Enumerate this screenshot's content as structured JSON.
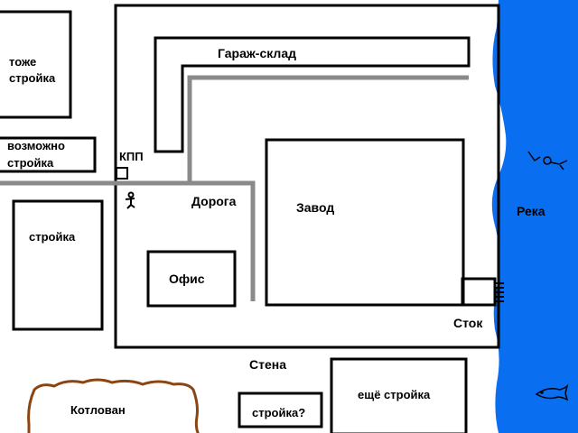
{
  "colors": {
    "river": "#0a6ef0",
    "road": "#8a8a8a",
    "pit_outline": "#8b4513",
    "outline": "#000000",
    "background": "#ffffff"
  },
  "labels": {
    "also_construction": [
      "тоже",
      "стройка"
    ],
    "maybe_construction": [
      "возможно",
      "стройка"
    ],
    "checkpoint": "КПП",
    "garage_warehouse": "Гараж-склад",
    "road": "Дорога",
    "factory": "Завод",
    "construction": "стройка",
    "office": "Офис",
    "river": "Река",
    "drain": "Сток",
    "wall": "Стена",
    "pit": "Котлован",
    "construction_question": "стройка?",
    "another_construction": "ещё стройка"
  },
  "icons": {
    "guard": "stick-figure-icon",
    "swimmer": "swimmer-icon",
    "fish": "fish-icon"
  }
}
